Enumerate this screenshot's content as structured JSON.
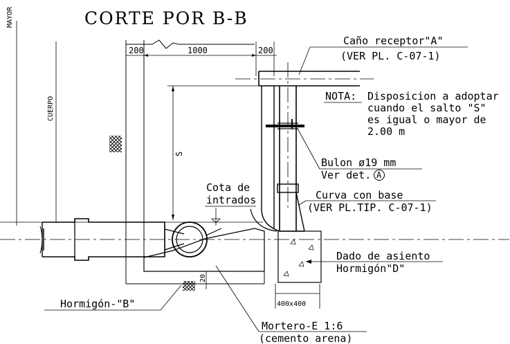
{
  "title": "CORTE POR B-B",
  "side_labels": {
    "mayor": "MAYOR",
    "cuerpo": "CUERPO"
  },
  "dimensions": {
    "d200_left": "200",
    "d1000": "1000",
    "d200_right": "200",
    "s": "S",
    "d20": "20",
    "d400x400": "400x400"
  },
  "annotations": {
    "cano_1": "Caño receptor\"A\"",
    "cano_2": "(VER PL. C-07-1)",
    "nota_head": "NOTA:",
    "nota_1": "Disposicion a adoptar",
    "nota_2": "cuando el salto \"S\"",
    "nota_3": "es igual o mayor de",
    "nota_4": "2.00 m",
    "bulon_1": "Bulon ø19 mm",
    "bulon_2": "Ver det.",
    "bulon_circle": "A",
    "cota_1": "Cota de",
    "cota_2": "intrados",
    "curva_1": "Curva con base",
    "curva_2": "(VER PL.TIP. C-07-1)",
    "dado_1": "Dado de asiento",
    "dado_2": "Hormigón\"D\"",
    "hormigon_b": "Hormigón-\"B\"",
    "mortero_1": "Mortero-E 1:6",
    "mortero_2": "(cemento arena)"
  }
}
